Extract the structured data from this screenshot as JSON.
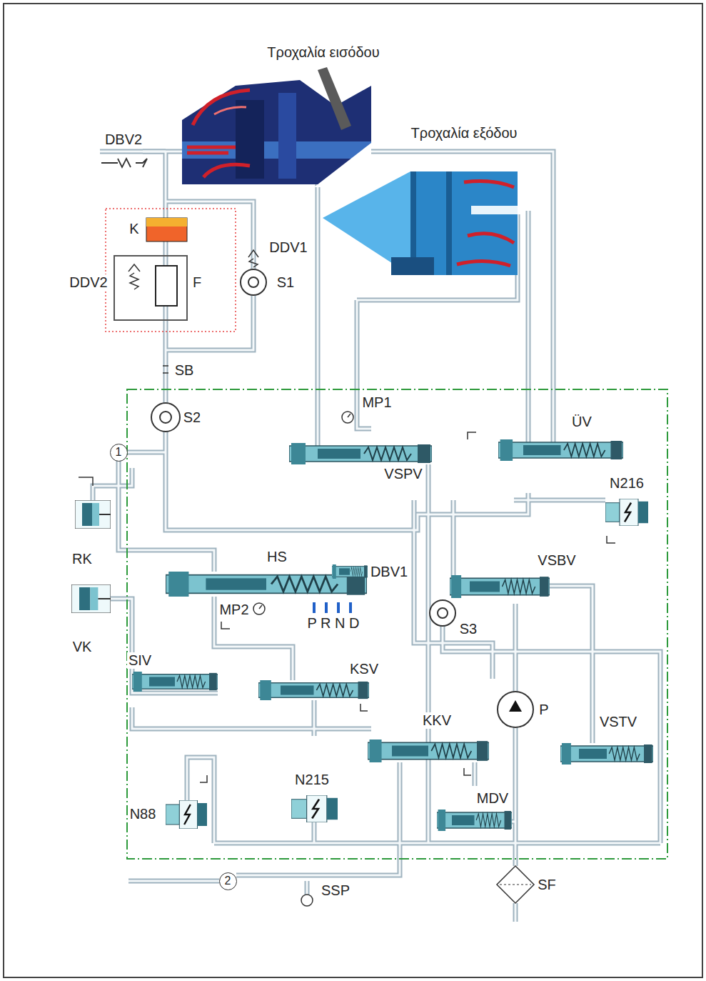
{
  "diagram": {
    "nodes": [
      {
        "text": [
          "1"
        ]
      },
      {
        "text": [
          "2"
        ]
      }
    ],
    "labels": [
      "Τροχαλία εισόδου",
      "DBV2",
      "Τροχαλία εξόδου",
      "K",
      "DDV1",
      "DDV2",
      "F",
      "S1",
      "SB",
      "MP1",
      "S2",
      "ÜV",
      "VSPV",
      "N216",
      "HS",
      "RK",
      "VSBV",
      "DBV1",
      "MP2",
      "P R N D",
      "S3",
      "VK",
      "SIV",
      "KSV",
      "P",
      "KKV",
      "VSTV",
      "N215",
      "MDV",
      "N88",
      "SF",
      "SSP"
    ]
  }
}
